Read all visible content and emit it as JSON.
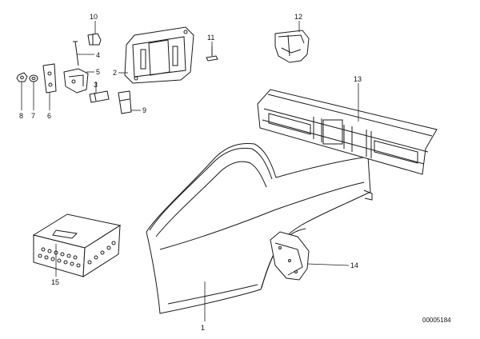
{
  "diagram": {
    "reference_number": "00005184",
    "callouts": [
      {
        "id": "c1",
        "label": "1"
      },
      {
        "id": "c2",
        "label": "2"
      },
      {
        "id": "c3",
        "label": "3"
      },
      {
        "id": "c4",
        "label": "4"
      },
      {
        "id": "c5",
        "label": "5"
      },
      {
        "id": "c6",
        "label": "6"
      },
      {
        "id": "c7",
        "label": "7"
      },
      {
        "id": "c8",
        "label": "8"
      },
      {
        "id": "c9",
        "label": "9"
      },
      {
        "id": "c10",
        "label": "10"
      },
      {
        "id": "c11",
        "label": "11"
      },
      {
        "id": "c12",
        "label": "12"
      },
      {
        "id": "c13",
        "label": "13"
      },
      {
        "id": "c14",
        "label": "14"
      },
      {
        "id": "c15",
        "label": "15"
      }
    ]
  }
}
